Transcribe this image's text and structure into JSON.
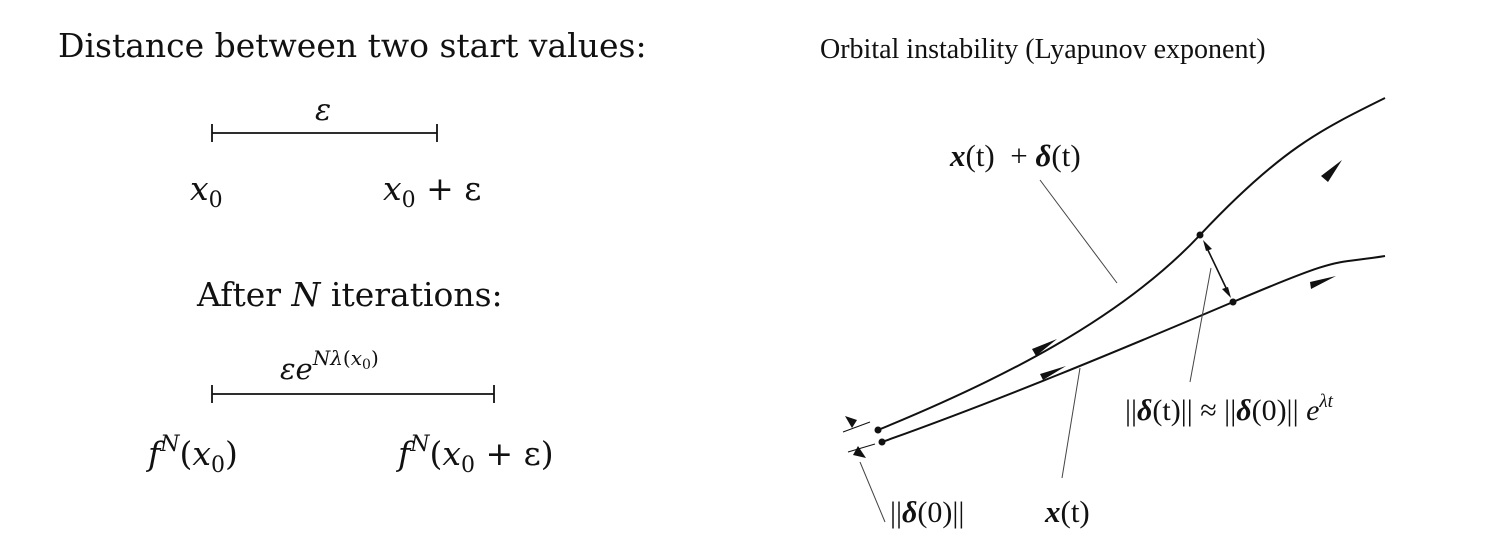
{
  "left_panel": {
    "heading": "Distance between two start values:",
    "epsilon": "ε",
    "x0_var": "x",
    "x0_sub": "0",
    "x0eps_var": "x",
    "x0eps_sub": "0",
    "x0eps_rest": " + ε",
    "after_prefix": "After ",
    "after_N": "N",
    "after_suffix": " iterations:",
    "growth_base": "εe",
    "growth_exp_N": "Nλ",
    "growth_exp_open": "(",
    "growth_exp_x": "x",
    "growth_exp_sub": "0",
    "growth_exp_close": ")",
    "fN1_f": "f",
    "fN1_sup": "N",
    "fN1_open": "(",
    "fN1_x": "x",
    "fN1_sub": "0",
    "fN1_close": ")",
    "fN2_f": "f",
    "fN2_sup": "N",
    "fN2_open": "(",
    "fN2_x": "x",
    "fN2_sub": "0",
    "fN2_rest": " + ε)"
  },
  "right_panel": {
    "heading": "Orbital instability (Lyapunov exponent)",
    "upper_x": "x",
    "upper_t": "(t)",
    "upper_plus": "  + ",
    "upper_delta": "δ",
    "upper_dt": "(t)",
    "lower_x": "x",
    "lower_t": "(t)",
    "d0_open": "||",
    "d0_delta": "δ",
    "d0_rest": "(0)||",
    "eq_open": "||",
    "eq_delta1": "δ",
    "eq_t": "(t)|| ≈ ||",
    "eq_delta2": "δ",
    "eq_zero": "(0)|| ",
    "eq_e": "e",
    "eq_exp": "λt"
  }
}
